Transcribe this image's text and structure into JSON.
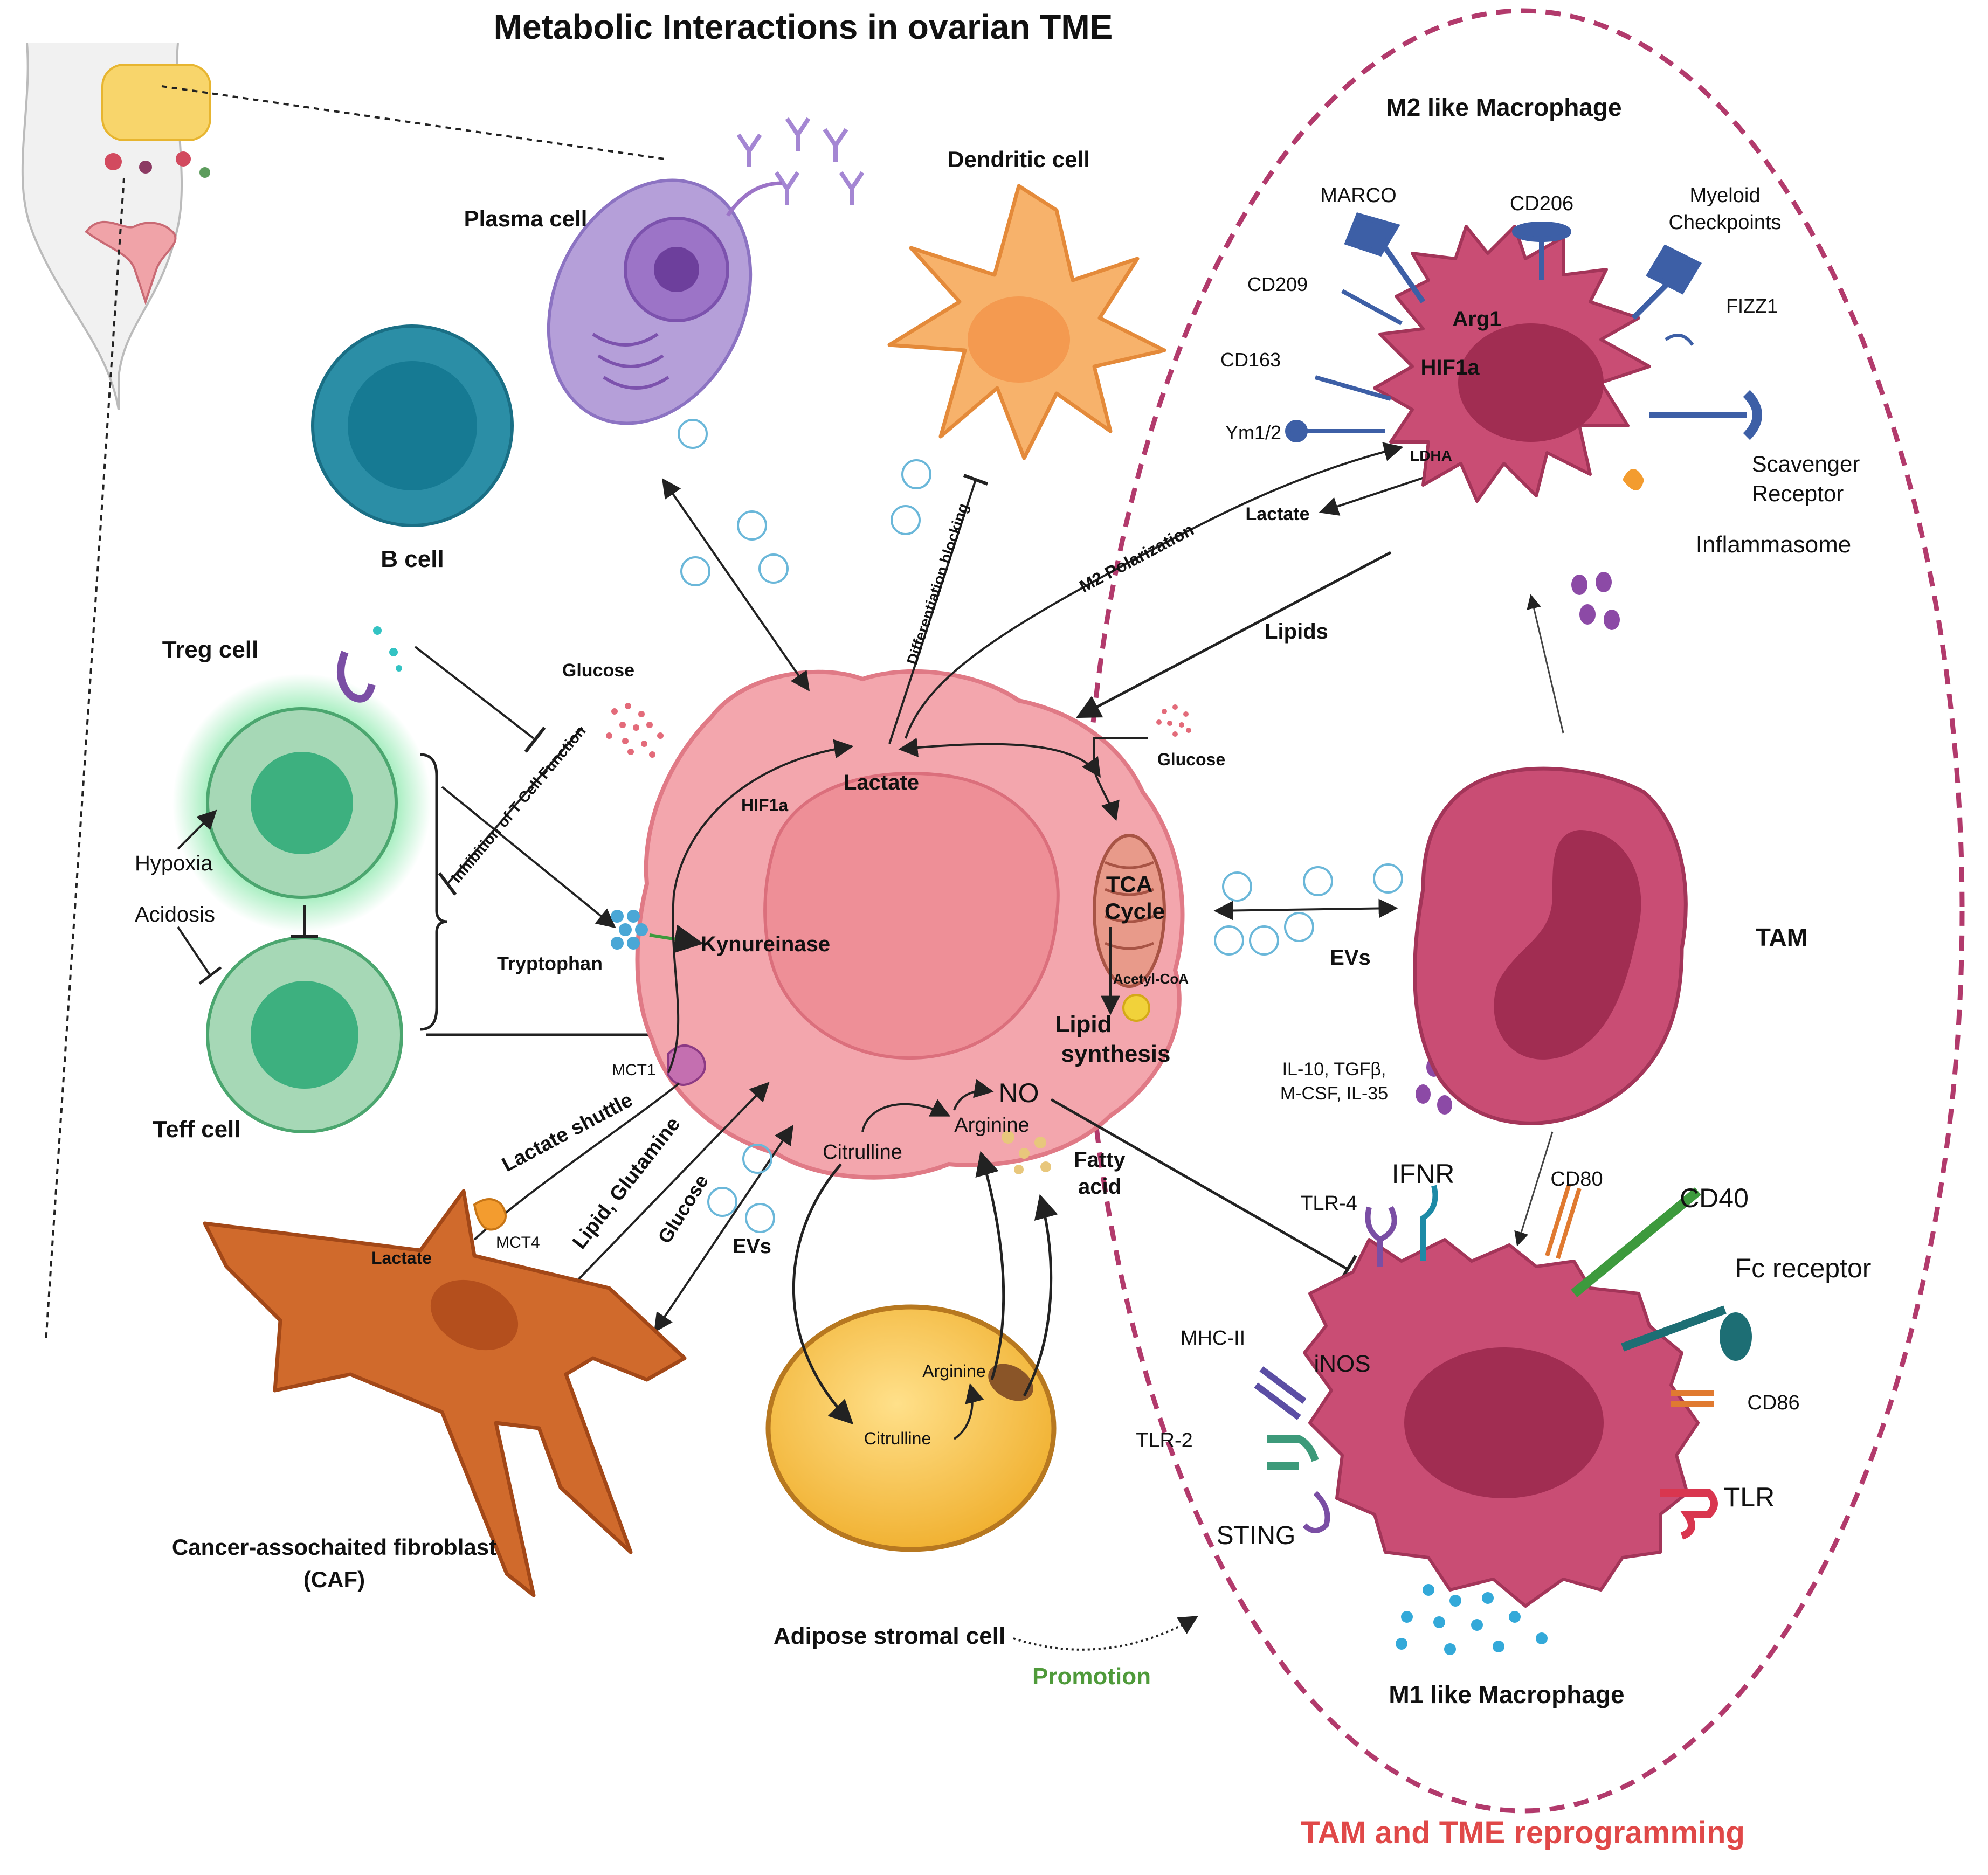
{
  "title": "Metabolic Interactions in ovarian TME",
  "colors": {
    "tumor": "#f3a6ad",
    "tumor_nucleus": "#ee8f97",
    "macrophage": "#c94d74",
    "macrophage_nucleus": "#a12d52",
    "tcell": "#8cc9a2",
    "tcell_nucleus": "#3db07f",
    "bcell": "#2b8ea6",
    "bcell_nucleus": "#167a93",
    "plasma": "#b59fd9",
    "dendritic": "#f7b26b",
    "caf": "#d06a2c",
    "adipose": "#f6c24b",
    "dashed_ellipse": "#b23a6c",
    "promotion": "#4f9a3a",
    "reprogramming": "#e04848",
    "receptor_blue": "#3d5fa6",
    "receptor_purple": "#7a4ea4",
    "receptor_orange": "#e07a30",
    "receptor_green": "#3d9a3d",
    "receptor_teal": "#1d6e74",
    "receptor_red": "#d9364f"
  },
  "cells": {
    "plasma": "Plasma cell",
    "dendritic": "Dendritic cell",
    "bcell": "B cell",
    "treg": "Treg cell",
    "teff": "Teff cell",
    "caf": "Cancer-assochaited fibroblast",
    "caf_abbr": "(CAF)",
    "adipose": "Adipose stromal cell",
    "tam": "TAM",
    "m2": "M2 like Macrophage",
    "m1": "M1 like Macrophage"
  },
  "labels": {
    "hypoxia": "Hypoxia",
    "acidosis": "Acidosis",
    "inhibition_tcell": "Inhibition of T Cell Function",
    "glucose_top": "Glucose",
    "tryptophan": "Tryptophan",
    "kynureinase": "Kynureinase",
    "hif1a_tumor": "HIF1a",
    "lactate_tumor": "Lactate",
    "mct1": "MCT1",
    "mct4": "MCT4",
    "lactate_caf": "Lactate",
    "lactate_shuttle": "Lactate shuttle",
    "lipid_glutamine": "Lipid, Glutamine",
    "glucose_caf": "Glucose",
    "evs_bottom": "EVs",
    "citrulline_tumor": "Citrulline",
    "arginine_tumor": "Arginine",
    "no": "NO",
    "fatty_acid_1": "Fatty",
    "fatty_acid_2": "acid",
    "arginine_adipose": "Arginine",
    "citrulline_adipose": "Citrulline",
    "promotion": "Promotion",
    "diff_blocking": "Differentiation blocking",
    "m2_polarization": "M2 Polarization",
    "lactate_m2": "Lactate",
    "lipids": "Lipids",
    "glucose_right": "Glucose",
    "tca_1": "TCA",
    "tca_2": "Cycle",
    "acetyl_coa": "Acetyl-CoA",
    "lipid_synth_1": "Lipid",
    "lipid_synth_2": "synthesis",
    "evs_right": "EVs",
    "cytokines_1": "IL-10, TGFβ,",
    "cytokines_2": "M-CSF, IL-35",
    "tam_reprogramming": "TAM and TME reprogramming"
  },
  "m2_markers": {
    "marco": "MARCO",
    "cd206": "CD206",
    "myeloid_1": "Myeloid",
    "myeloid_2": "Checkpoints",
    "cd209": "CD209",
    "fizz1": "FIZZ1",
    "cd163": "CD163",
    "ym": "Ym1/2",
    "scavenger_1": "Scavenger",
    "scavenger_2": "Receptor",
    "inflammasome": "Inflammasome",
    "arg1": "Arg1",
    "hif1a": "HIF1a",
    "ldha": "LDHA"
  },
  "m1_markers": {
    "ifnr": "IFNR",
    "tlr4": "TLR-4",
    "cd80": "CD80",
    "cd40": "CD40",
    "fc": "Fc receptor",
    "mhc2": "MHC-II",
    "inos": "iNOS",
    "cd86": "CD86",
    "tlr2": "TLR-2",
    "tlr": "TLR",
    "sting": "STING"
  }
}
